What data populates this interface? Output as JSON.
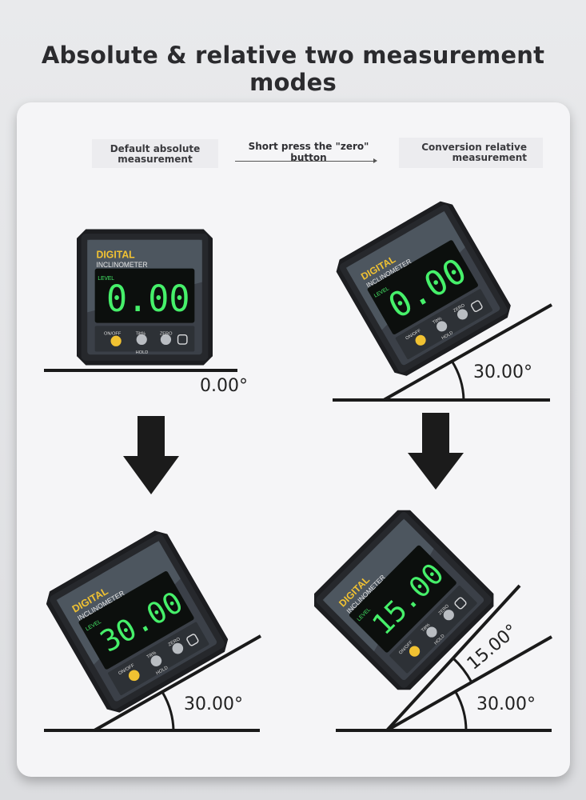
{
  "title": "Absolute & relative two measurement modes",
  "labels": {
    "left": [
      "Default absolute",
      "measurement"
    ],
    "center": "Short press the \"zero\" button",
    "right": [
      "Conversion relative",
      "measurement"
    ]
  },
  "device": {
    "brand": "DIGITAL",
    "model": "INCLINOMETER",
    "level": "LEVEL",
    "btn_onoff": "ON/OFF",
    "btn_tilt": "Tilt%",
    "btn_hold": "HOLD",
    "btn_zero": "ZERO"
  },
  "readings": {
    "top_left": "0.00",
    "top_right": "0.00",
    "bottom_left": "30.00",
    "bottom_right": "15.00"
  },
  "angles": {
    "top_left": "0.00°",
    "top_right": "30.00°",
    "bottom_left": "30.00°",
    "bottom_right_inner": "15.00°",
    "bottom_right_outer": "30.00°"
  },
  "colors": {
    "lcd_green": "#46f06a",
    "brand_yellow": "#f1c232",
    "arrow": "#1b1b1b"
  }
}
